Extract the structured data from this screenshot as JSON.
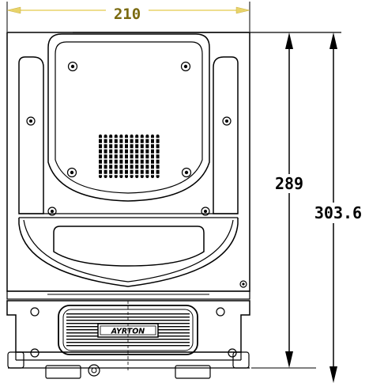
{
  "dimensions": {
    "width": "210",
    "height_body": "289",
    "height_total": "303.6"
  },
  "logo": {
    "text": "AYRTON"
  },
  "colors": {
    "line": "#000000",
    "width_dimension": "#e8d36a",
    "width_text": "#7a6a10",
    "background": "#ffffff"
  }
}
